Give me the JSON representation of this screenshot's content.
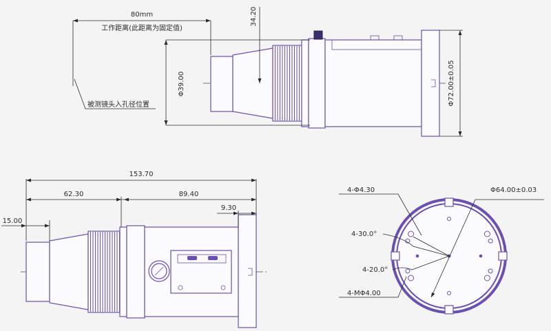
{
  "top_view": {
    "dim_80mm": "80mm",
    "note_working_distance": "工作距离(此距离为固定值)",
    "dim_34_20": "34.20",
    "dim_phi39": "Φ39.00",
    "dim_phi72": "Φ72.00±0.05",
    "note_entrance_pupil": "被测镜头入孔径位置"
  },
  "side_view": {
    "dim_153_70": "153.70",
    "dim_62_30": "62.30",
    "dim_89_40": "89.40",
    "dim_9_30": "9.30",
    "dim_15_00": "15.00"
  },
  "end_view": {
    "dim_4_phi4_30": "4-Φ4.30",
    "dim_phi64": "Φ64.00±0.03",
    "dim_4_30deg": "4-30.0°",
    "dim_4_20deg": "4-20.0°",
    "dim_4_mphi4": "4-MΦ4.00"
  },
  "colors": {
    "part_outline": "#6a4fb0",
    "dimension_line": "#2a2a2a",
    "center_line": "#e08a2a"
  }
}
